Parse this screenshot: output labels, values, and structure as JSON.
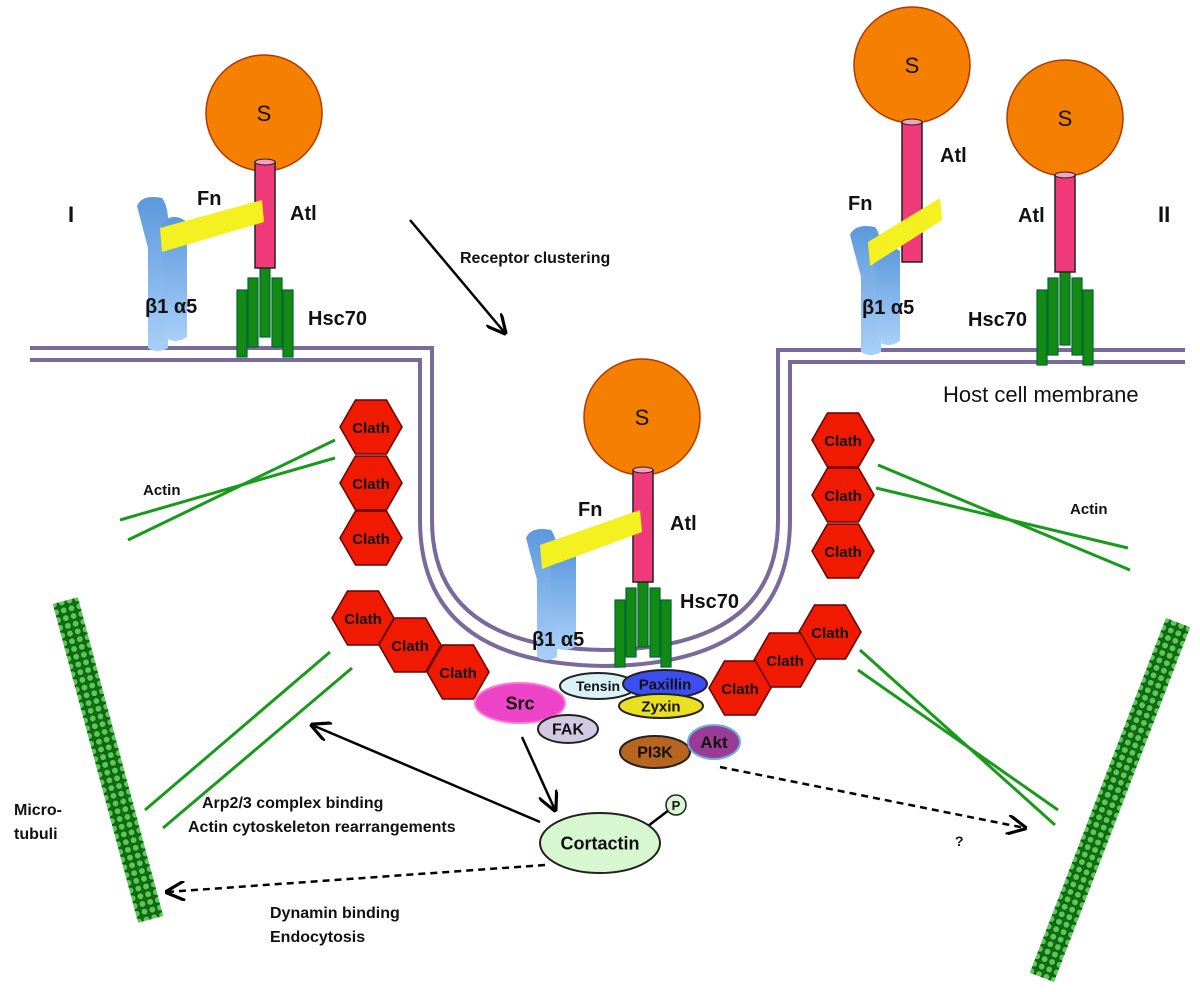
{
  "labels": {
    "stage_one": "I",
    "stage_two": "II",
    "receptor_clustering": "Receptor clustering",
    "membrane": "Host cell membrane",
    "actin": "Actin",
    "microtubuli_1": "Micro-",
    "microtubuli_2": "tubuli",
    "arp_1": "Arp2/3 complex binding",
    "arp_2": "Actin cytoskeleton rearrangements",
    "dynamin_1": "Dynamin binding",
    "dynamin_2": "Endocytosis",
    "unknown": "?"
  },
  "complex": {
    "s": "S",
    "atl": "Atl",
    "fn": "Fn",
    "integrin": "β1 α5",
    "hsc70": "Hsc70"
  },
  "clathrin": "Clath",
  "signaling": {
    "src": "Src",
    "fak": "FAK",
    "tensin": "Tensin",
    "paxillin": "Paxillin",
    "zyxin": "Zyxin",
    "pi3k": "PI3K",
    "akt": "Akt",
    "cortactin": "Cortactin",
    "phospho": "P"
  },
  "colors": {
    "s_sphere": "#f57f00",
    "atl": "#f03a7a",
    "fn": "#f5f020",
    "integrin": "#6aa4e0",
    "hsc70": "#138a13",
    "membrane": "#7a6a9c",
    "clathrin": "#f01a00",
    "actin": "#1a9a1a",
    "src": "#ee44c8",
    "fak": "#d2cae2",
    "tensin": "#d8f2f8",
    "paxillin": "#3c4ef0",
    "zyxin": "#e8e020",
    "pi3k": "#b8651f",
    "akt": "#9a3c96",
    "cortactin": "#d6f7d0"
  }
}
